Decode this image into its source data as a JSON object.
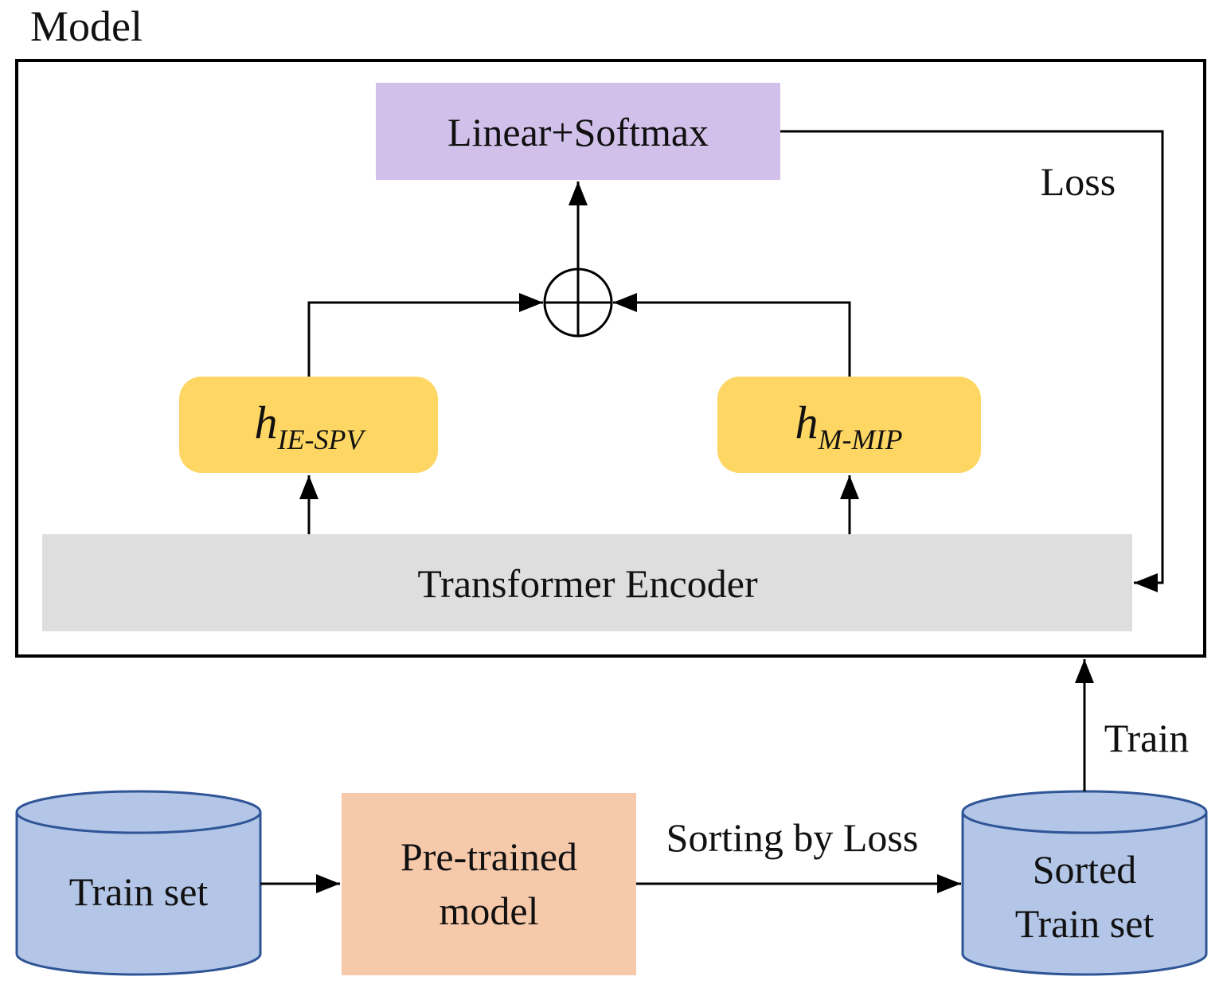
{
  "diagram": {
    "model_title": "Model",
    "linear_softmax": "Linear+Softmax",
    "loss_label": "Loss",
    "hidden_left": {
      "symbol": "h",
      "subscript": "IE-SPV"
    },
    "hidden_right": {
      "symbol": "h",
      "subscript": "M-MIP"
    },
    "encoder": "Transformer Encoder",
    "train_label": "Train",
    "train_set": "Train set",
    "pretrained_line1": "Pre-trained",
    "pretrained_line2": "model",
    "sorting_label": "Sorting by Loss",
    "sorted_line1": "Sorted",
    "sorted_line2": "Train set",
    "colors": {
      "linear_softmax": "#d1c1ea",
      "hidden": "#fed663",
      "encoder": "#dedede",
      "pretrained": "#f6c9ab",
      "database_fill": "#b4c6e7",
      "database_stroke": "#2f5597"
    }
  }
}
